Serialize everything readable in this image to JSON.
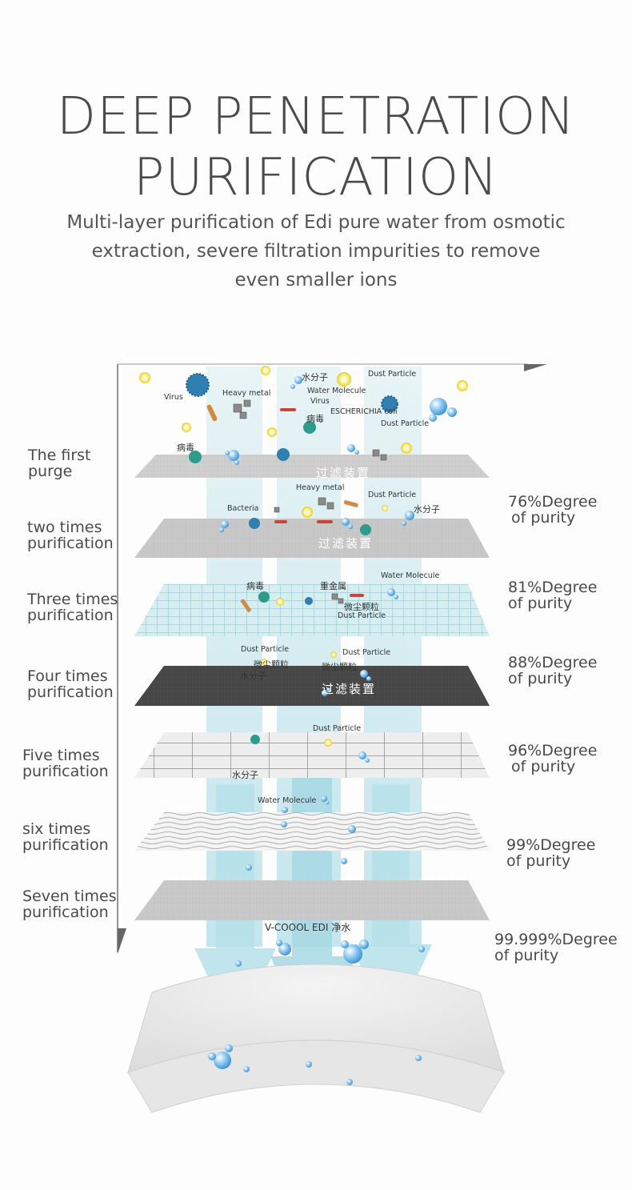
{
  "heading": {
    "line1": "DEEP PENETRATION",
    "line2": "PURIFICATION"
  },
  "subtitle": {
    "line1": "Multi-layer purification of Edi pure water from osmotic",
    "line2": "extraction, severe filtration impurities to remove",
    "line3": "even smaller ions"
  },
  "stages": [
    {
      "label1": "The first",
      "label2": "purge",
      "purity1": "",
      "purity2": ""
    },
    {
      "label1": "two times",
      "label2": "purification",
      "purity1": "76%Degree",
      "purity2": "of purity"
    },
    {
      "label1": "Three times",
      "label2": "purification",
      "purity1": "81%Degree",
      "purity2": "of purity"
    },
    {
      "label1": "Four times",
      "label2": "purification",
      "purity1": "88%Degree",
      "purity2": "of purity"
    },
    {
      "label1": "Five times",
      "label2": "purification",
      "purity1": "96%Degree",
      "purity2": "of purity"
    },
    {
      "label1": "six times",
      "label2": "purification",
      "purity1": "99%Degree",
      "purity2": "of purity"
    },
    {
      "label1": "Seven times",
      "label2": "purification",
      "purity1": "99.999%Degree",
      "purity2": "of purity"
    }
  ],
  "layer_texts": {
    "filter": "过滤装置"
  },
  "particles": {
    "virus": "Virus",
    "heavy_metal": "Heavy metal",
    "water_molecule": "Water Molecule",
    "water_molecule_cn": "水分子",
    "dust_particle": "Dust Particle",
    "dust_particle_cn": "微尘颗粒",
    "virus_cn": "病毒",
    "ecoli": "ESCHERICHIA coli",
    "bacteria": "Bacteria",
    "heavy_metal_cn": "重金属"
  },
  "brand": "V-COOOL  EDI 净水",
  "colors": {
    "text": "#4a4a4a",
    "beam": "#bfe3ea",
    "virus": "#2f7fb0",
    "bubble": "#6fb6e8",
    "dust": "#f2de3a"
  }
}
